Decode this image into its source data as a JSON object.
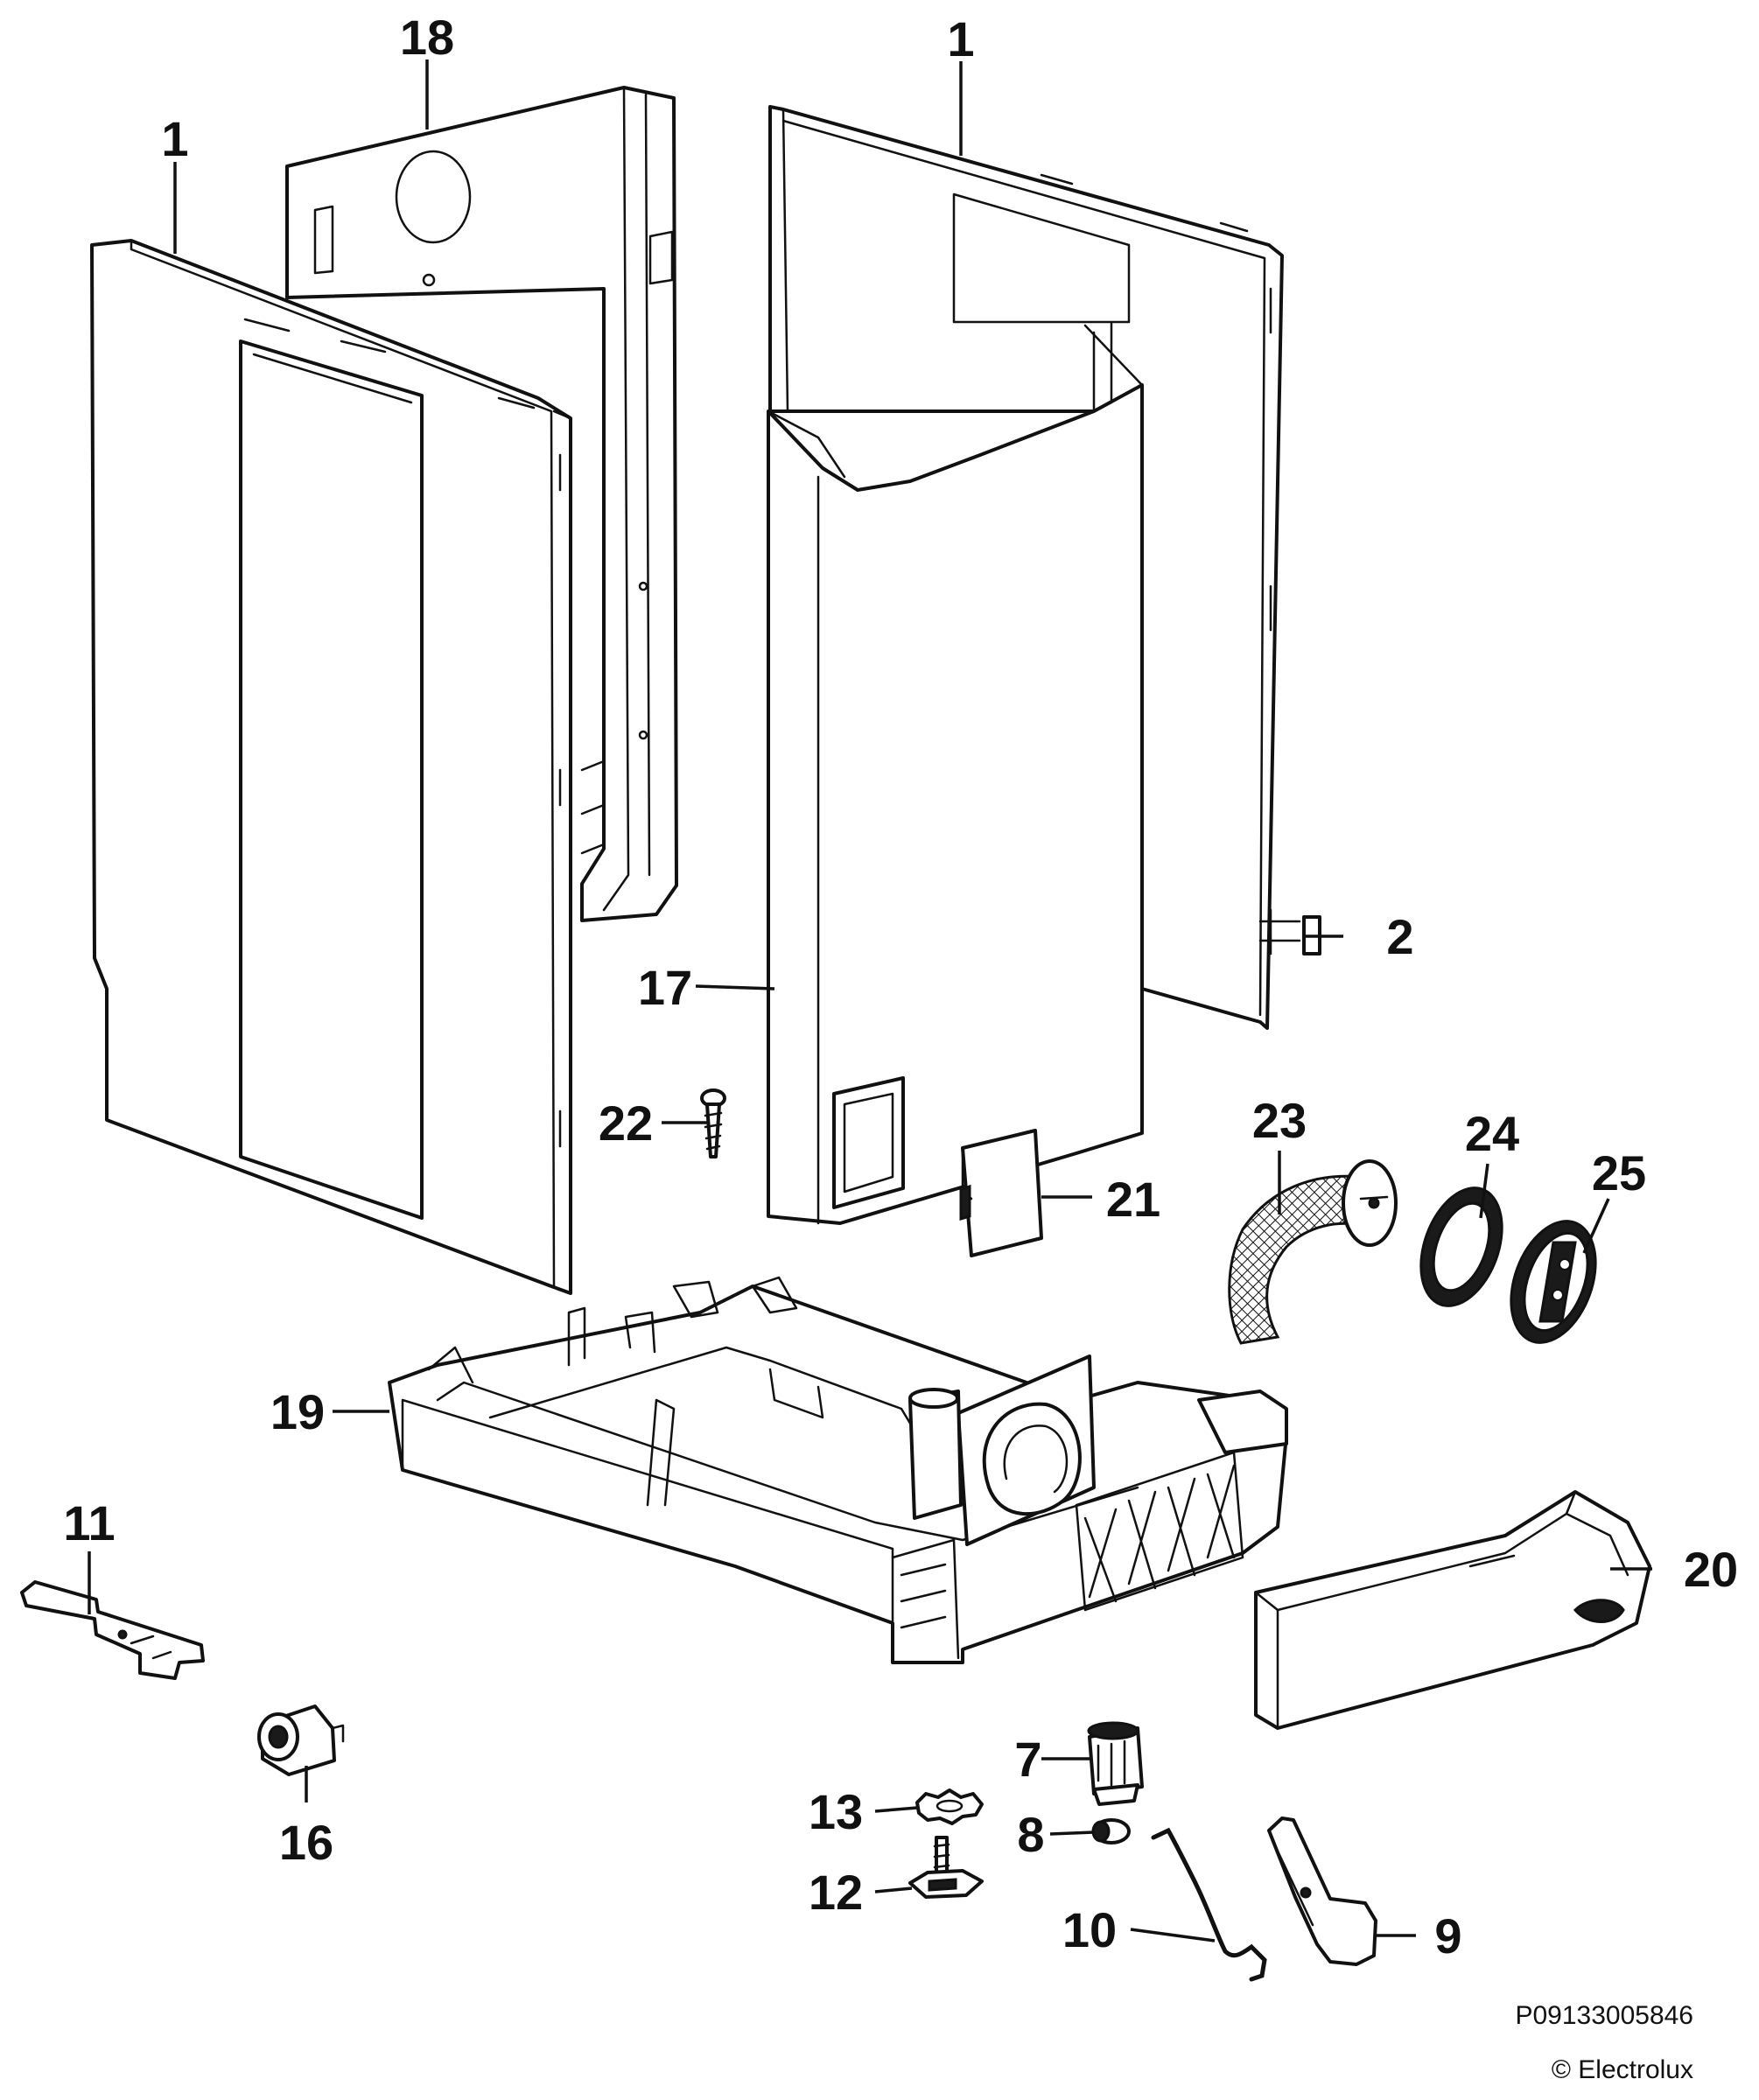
{
  "callouts": {
    "c1_left": "1",
    "c18": "18",
    "c1_right": "1",
    "c2": "2",
    "c17": "17",
    "c22": "22",
    "c23": "23",
    "c24": "24",
    "c25": "25",
    "c21": "21",
    "c19": "19",
    "c11": "11",
    "c20": "20",
    "c16": "16",
    "c7": "7",
    "c13": "13",
    "c8": "8",
    "c12": "12",
    "c10": "10",
    "c9": "9"
  },
  "footer": {
    "part_number": "P09133005846",
    "copyright": "© Electrolux"
  }
}
